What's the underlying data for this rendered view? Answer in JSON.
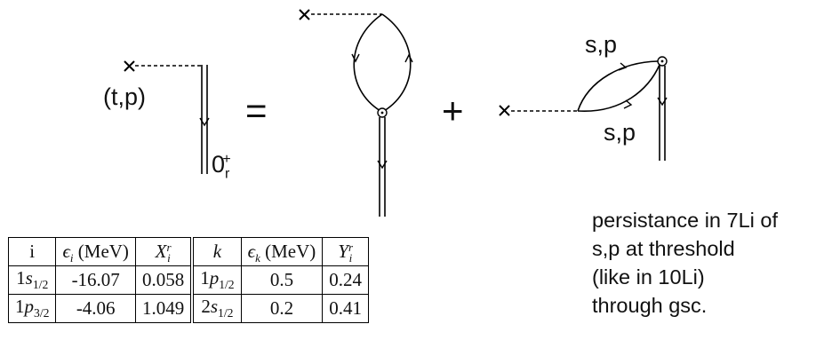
{
  "diagram": {
    "label_reaction": "(t,p)",
    "label_state": "0",
    "label_state_sub": "r",
    "label_state_sup": "+",
    "operator_equals": "=",
    "operator_plus": "+",
    "label_upper_line": "s,p",
    "label_lower_line": "s,p"
  },
  "table": {
    "headers": [
      {
        "text": "i",
        "italic": false,
        "sub": "",
        "sup": ""
      },
      {
        "text": "ϵ",
        "italic": true,
        "sub": "i",
        "sup": "",
        "unit": " (MeV)"
      },
      {
        "text": "X",
        "italic": true,
        "sub": "i",
        "sup": "r"
      },
      {
        "text": "k",
        "italic": true,
        "sub": "",
        "sup": ""
      },
      {
        "text": "ϵ",
        "italic": true,
        "sub": "k",
        "sup": "",
        "unit": " (MeV)"
      },
      {
        "text": "Y",
        "italic": true,
        "sub": "i",
        "sup": "r"
      }
    ],
    "rows": [
      {
        "orbit_i": {
          "n": "1",
          "l": "s",
          "j": "1/2"
        },
        "eps_i": "-16.07",
        "x_i": "0.058",
        "orbit_k": {
          "n": "1",
          "l": "p",
          "j": "1/2"
        },
        "eps_k": "0.5",
        "y_i": "0.24"
      },
      {
        "orbit_i": {
          "n": "1",
          "l": "p",
          "j": "3/2"
        },
        "eps_i": "-4.06",
        "x_i": "1.049",
        "orbit_k": {
          "n": "2",
          "l": "s",
          "j": "1/2"
        },
        "eps_k": "0.2",
        "y_i": "0.41"
      }
    ]
  },
  "note": {
    "lines": [
      "persistance in 7Li of",
      "s,p at threshold",
      "(like in 10Li)",
      "through gsc."
    ]
  }
}
